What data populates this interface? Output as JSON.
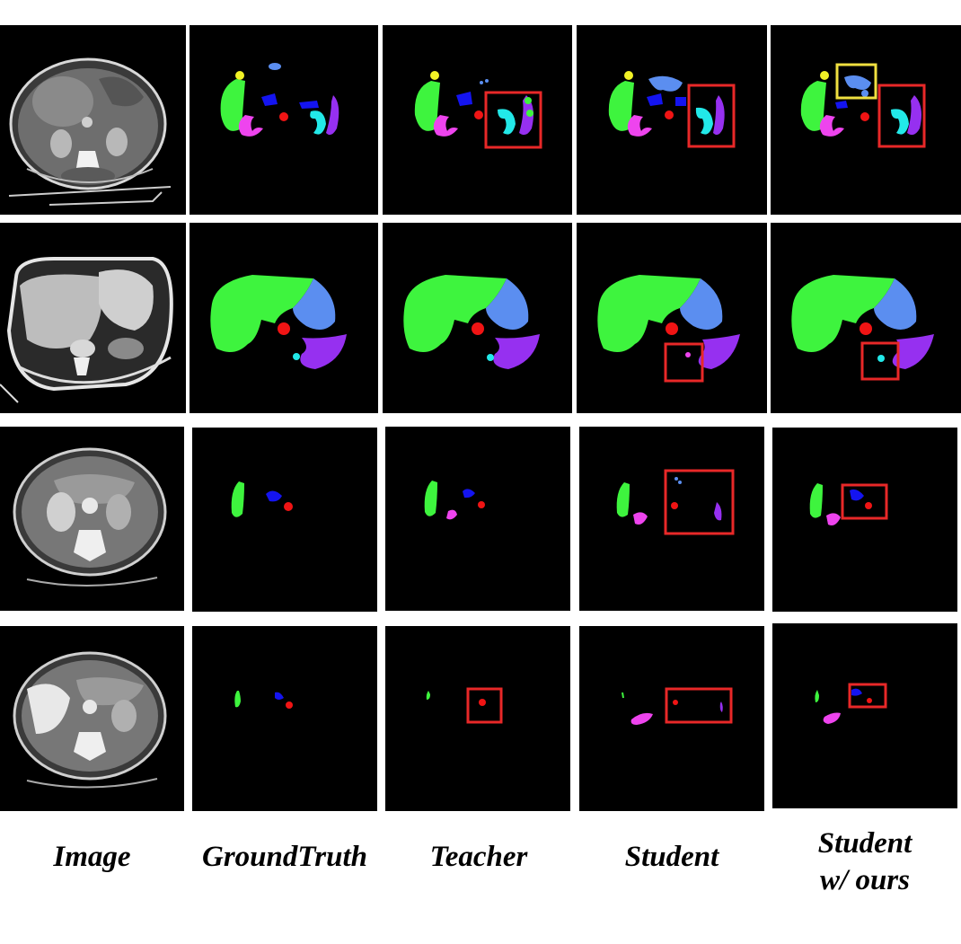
{
  "figure": {
    "column_labels": [
      "Image",
      "GroundTruth",
      "Teacher",
      "Student",
      "Student\nw/ ours"
    ],
    "column_label_lines": [
      [
        "Image"
      ],
      [
        "GroundTruth"
      ],
      [
        "Teacher"
      ],
      [
        "Student"
      ],
      [
        "Student",
        "w/ ours"
      ]
    ],
    "rows": 4,
    "columns": [
      "ct-image",
      "ground-truth",
      "teacher-prediction",
      "student-prediction",
      "student-with-ours-prediction"
    ]
  },
  "colors": {
    "background": "#000000",
    "liver": "#3ef43e",
    "stomach": "#5b8ef0",
    "pancreas": "#1414f0",
    "aorta": "#f01414",
    "gallbladder": "#f2f226",
    "right_kidney": "#ee44ee",
    "left_kidney": "#22e8e8",
    "spleen": "#9630f0",
    "highlight_box": "#e82828",
    "highlight_box_alt": "#f0e040"
  }
}
